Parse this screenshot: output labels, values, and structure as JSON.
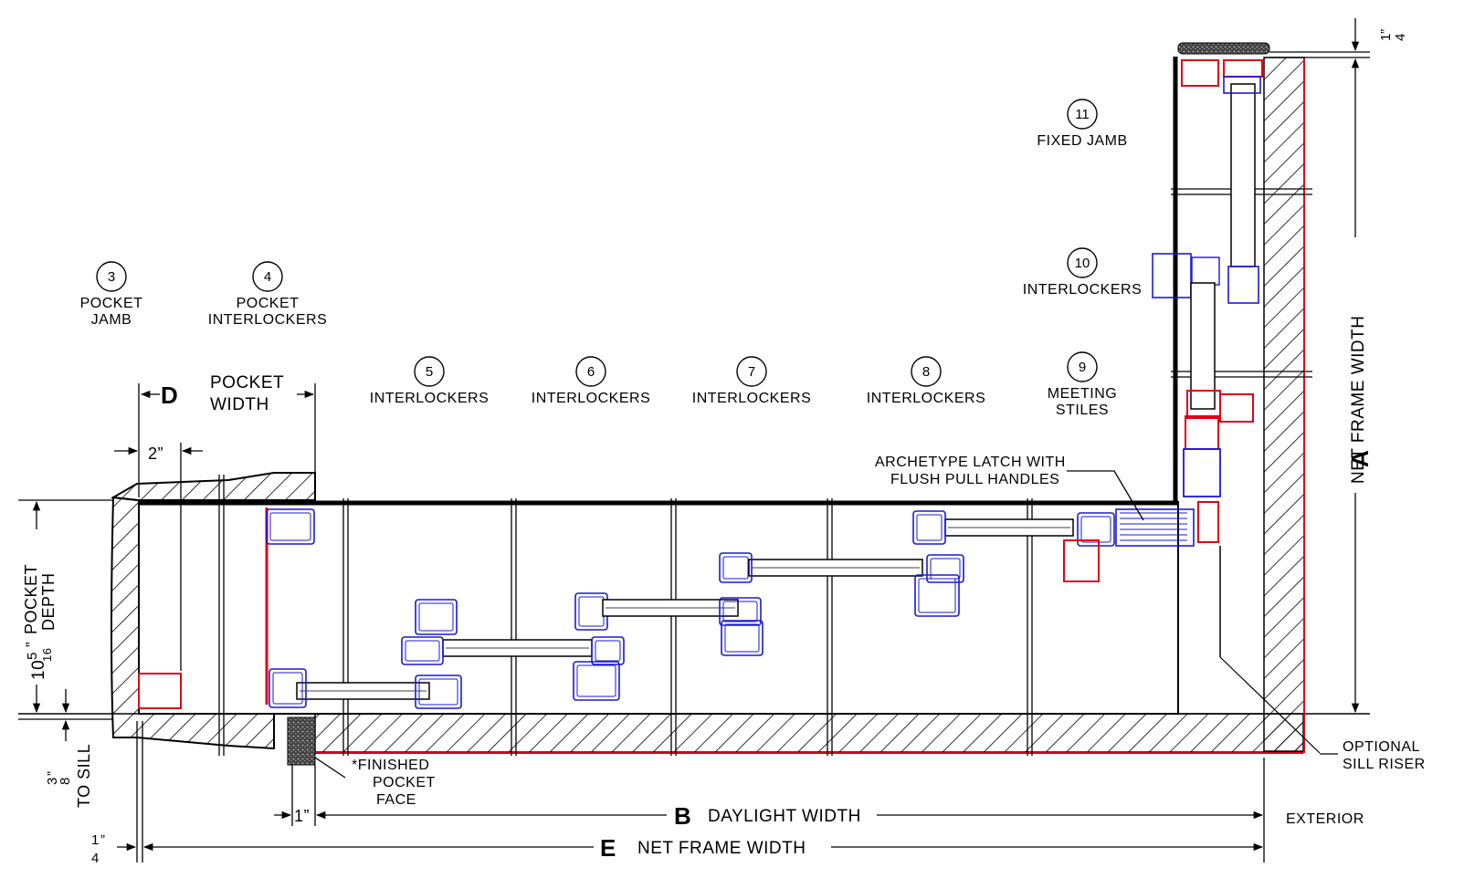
{
  "title": "",
  "colors": {
    "outline": "#000000",
    "frame_red": "#e0001a",
    "panel_blue": "#1a1ad6",
    "background": "#ffffff"
  },
  "callouts": [
    {
      "num": "3",
      "label1": "POCKET",
      "label2": "JAMB"
    },
    {
      "num": "4",
      "label1": "POCKET",
      "label2": "INTERLOCKERS"
    },
    {
      "num": "5",
      "label1": "INTERLOCKERS",
      "label2": ""
    },
    {
      "num": "6",
      "label1": "INTERLOCKERS",
      "label2": ""
    },
    {
      "num": "7",
      "label1": "INTERLOCKERS",
      "label2": ""
    },
    {
      "num": "8",
      "label1": "INTERLOCKERS",
      "label2": ""
    },
    {
      "num": "9",
      "label1": "MEETING",
      "label2": "STILES"
    },
    {
      "num": "10",
      "label1": "INTERLOCKERS",
      "label2": ""
    },
    {
      "num": "11",
      "label1": "FIXED JAMB",
      "label2": ""
    }
  ],
  "dimensions": {
    "a": {
      "letter": "A",
      "text": "NET FRAME WIDTH"
    },
    "b": {
      "letter": "B",
      "text": "DAYLIGHT WIDTH"
    },
    "d": {
      "letter": "D",
      "text1": "POCKET",
      "text2": "WIDTH"
    },
    "e": {
      "letter": "E",
      "text": "NET FRAME WIDTH"
    },
    "two_inch": "2”",
    "one_inch": "1”",
    "quarter_top": {
      "whole": "1",
      "mark": "”",
      "den": "4"
    },
    "quarter_left": {
      "whole": "1",
      "mark": "”",
      "den": "4"
    },
    "pocket_depth": {
      "whole": "10",
      "num": "5",
      "den": "16",
      "mark": "”",
      "text1": "POCKET",
      "text2": "DEPTH"
    },
    "to_sill": {
      "whole": "3",
      "mark": "”",
      "den": "8",
      "text": "TO SILL"
    }
  },
  "notes": {
    "latch1": "ARCHETYPE LATCH WITH",
    "latch2": "FLUSH PULL HANDLES",
    "finished1": "*FINISHED",
    "finished2": "POCKET",
    "finished3": "FACE",
    "sill1": "OPTIONAL",
    "sill2": "SILL RISER",
    "exterior": "EXTERIOR"
  }
}
